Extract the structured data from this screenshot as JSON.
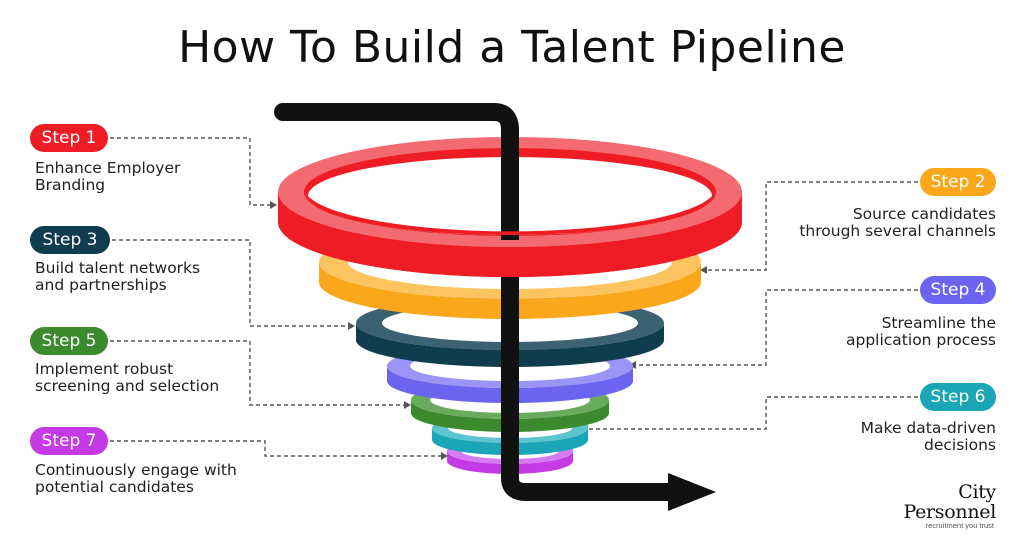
{
  "title": "How To Build a Talent Pipeline",
  "colors": {
    "step1": "#ee1c25",
    "step2": "#fba71b",
    "step3": "#0f3d4e",
    "step4": "#6a64f0",
    "step5": "#3c8a2e",
    "step6": "#1aa6b6",
    "step7": "#c63ae6",
    "pipe": "#111111",
    "connector": "#555555"
  },
  "steps": [
    {
      "label": "Step 1",
      "text": "Enhance Employer\nBranding"
    },
    {
      "label": "Step 2",
      "text": "Source candidates\nthrough several channels"
    },
    {
      "label": "Step 3",
      "text": "Build talent networks\nand partnerships"
    },
    {
      "label": "Step 4",
      "text": "Streamline the\napplication process"
    },
    {
      "label": "Step 5",
      "text": "Implement robust\nscreening and selection"
    },
    {
      "label": "Step 6",
      "text": "Make data-driven\ndecisions"
    },
    {
      "label": "Step 7",
      "text": "Continuously engage with\npotential candidates"
    }
  ],
  "logo": {
    "name": "City Personnel",
    "tagline": "recruitment you trust"
  }
}
